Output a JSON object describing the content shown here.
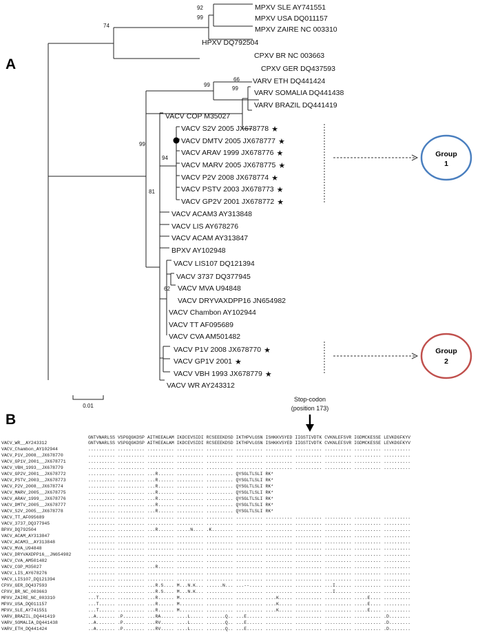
{
  "panel_a_label": "A",
  "panel_b_label": "B",
  "scale_bar_label": "0.01",
  "group1_label": [
    "Group",
    "1"
  ],
  "group2_label": [
    "Group",
    "2"
  ],
  "stop_codon_label": [
    "Stop-codon",
    "(position 173)"
  ],
  "tree": {
    "leaves": [
      {
        "label": "MPXV SLE AY741551",
        "star": false,
        "dot": false
      },
      {
        "label": "MPXV USA DQ011157",
        "star": false,
        "dot": false
      },
      {
        "label": "MPXV ZAIRE NC 003310",
        "star": false,
        "dot": false
      },
      {
        "label": "HPXV DQ792504",
        "star": false,
        "dot": false
      },
      {
        "label": "CPXV BR NC 003663",
        "star": false,
        "dot": false
      },
      {
        "label": "CPXV GER DQ437593",
        "star": false,
        "dot": false
      },
      {
        "label": "VARV ETH DQ441424",
        "star": false,
        "dot": false
      },
      {
        "label": "VARV SOMALIA DQ441438",
        "star": false,
        "dot": false
      },
      {
        "label": "VARV BRAZIL DQ441419",
        "star": false,
        "dot": false
      },
      {
        "label": "VACV COP M35027",
        "star": false,
        "dot": false
      },
      {
        "label": "VACV S2V 2005 JX678778",
        "star": true,
        "dot": false
      },
      {
        "label": "VACV DMTV 2005 JX678777",
        "star": true,
        "dot": true
      },
      {
        "label": "VACV ARAV 1999 JX678776",
        "star": true,
        "dot": false
      },
      {
        "label": "VACV MARV 2005 JX678775",
        "star": true,
        "dot": false
      },
      {
        "label": "VACV P2V 2008 JX678774",
        "star": true,
        "dot": false
      },
      {
        "label": "VACV PSTV 2003 JX678773",
        "star": true,
        "dot": false
      },
      {
        "label": "VACV GP2V 2001 JX678772",
        "star": true,
        "dot": false
      },
      {
        "label": "VACV ACAM3 AY313848",
        "star": false,
        "dot": false
      },
      {
        "label": "VACV LIS AY678276",
        "star": false,
        "dot": false
      },
      {
        "label": "VACV ACAM AY313847",
        "star": false,
        "dot": false
      },
      {
        "label": "BPXV AY102948",
        "star": false,
        "dot": false
      },
      {
        "label": "VACV LIS107 DQ121394",
        "star": false,
        "dot": false
      },
      {
        "label": "VACV 3737 DQ377945",
        "star": false,
        "dot": false
      },
      {
        "label": "VACV MVA U94848",
        "star": false,
        "dot": false
      },
      {
        "label": "VACV DRYVAXDPP16 JN654982",
        "star": false,
        "dot": false
      },
      {
        "label": "VACV Chambon AY102944",
        "star": false,
        "dot": false
      },
      {
        "label": "VACV TT AF095689",
        "star": false,
        "dot": false
      },
      {
        "label": "VACV CVA AM501482",
        "star": false,
        "dot": false
      },
      {
        "label": "VACV P1V 2008 JX678770",
        "star": true,
        "dot": false
      },
      {
        "label": "VACV GP1V 2001",
        "star": true,
        "dot": false
      },
      {
        "label": "VACV VBH 1993 JX678779",
        "star": true,
        "dot": false
      },
      {
        "label": "VACV WR AY243312",
        "star": false,
        "dot": false
      }
    ],
    "bootstrap": [
      "92",
      "99",
      "74",
      "99",
      "66",
      "99",
      "99",
      "94",
      "81",
      "62"
    ],
    "star_glyph": "★"
  },
  "alignment": {
    "reference": "GNTVNARLSS VSPGQGKDSP AITHEEALAM IKDCEVSIDI RCSEEEKDSD IKTHPVLGSN ISHKKVSYED IIGSTIVDTK CVKNLEFSVR IGDMCKESSE LEVKDGFKYV",
    "rows": [
      {
        "name": "VACV_WR__AY243312",
        "seq": "GNTVNARLSS VSPGQGKDSP AITHEEALAM IKDCEVSIDI RCSEEEKDSD IKTHPVLGSN ISHKKVSYED IIGSTIVDTK CVKNLEFSVR IGDMCKESSE LEVKDGFKYV"
      },
      {
        "name": "VACV_Chambon_AY102944",
        "seq": ".......... .......... .......... .......... .......... .......... .......... .......... .......... .......... .........."
      },
      {
        "name": "VACV_P1V_2008__JX678770",
        "seq": ".......... .......... .......... .......... .......... .......... .......... .......... .......... .......... .........."
      },
      {
        "name": "VACV_GP1V_2001__JX678771",
        "seq": ".......... .......... .......... .......... .......... .......... .......... .......... .......... .......... .........."
      },
      {
        "name": "VACV_VBH_1993__JX678779",
        "seq": ".......... .......... .......... .......... .......... .......... .......... .......... .......... .......... .........."
      },
      {
        "name": "VACV_GP2V_2001__JX678772",
        "seq": ".......... .......... ...R...... .......... .......... QYSGLTLSLI RK*"
      },
      {
        "name": "VACV_PSTV_2003__JX678773",
        "seq": ".......... .......... ...R...... .......... .......... QYSGLTLSLI RK*"
      },
      {
        "name": "VACV_P2V_2008__JX678774",
        "seq": ".......... .......... ...R...... .......... .......... QYSGLTLSLI RK*"
      },
      {
        "name": "VACV_MARV_2005__JX678775",
        "seq": ".......... .......... ...R...... .......... .......... QYSGLTLSLI RK*"
      },
      {
        "name": "VACV_ARAV_1999__JX678776",
        "seq": ".......... .......... ...R...... .......... .......... QYSGLTLSLI RK*"
      },
      {
        "name": "VACV_DMTV_2005__JX678777",
        "seq": ".......... .......... ...R...... .......... .......... QYSGLTLSLI RK*"
      },
      {
        "name": "VACV_S2V_2005__JX678778",
        "seq": ".......... .......... ...R...... .......... .......... QYSGLTLSLI RK*"
      },
      {
        "name": "VACV_TT_AF095689",
        "seq": ".......... .......... .......... .......... .......... .......... .......... .......... .......... .......... .........."
      },
      {
        "name": "VACV_3737_DQ377945",
        "seq": ".......... .......... .......... .......... .......... .......... .......... .......... .......... .......... .........."
      },
      {
        "name": "BPXV_DQ792504",
        "seq": ".......... .......... ...R...... .....N.... .K........ .......... .......... .......... .......... .......... .........."
      },
      {
        "name": "VACV_ACAM_AY313847",
        "seq": ".......... .......... .......... .......... .......... .......... .......... .......... .......... .......... .........."
      },
      {
        "name": "VACV_ACAM3__AY313848",
        "seq": ".......... .......... .......... .......... .......... .......... .......... .......... .......... .......... .........."
      },
      {
        "name": "VACV_MVA_U94848",
        "seq": ".......... .......... .......... .......... .......... .......... .......... .......... .......... .......... .........."
      },
      {
        "name": "VACV_DRYVAXDPP16__JN654982",
        "seq": ".......... .......... .......... .......... .......... .......... .......... .......... .......... .......... .........."
      },
      {
        "name": "VACV_CVA_AM501482",
        "seq": ".......... .......... .......... .......... .......... .......... .......... .......... .......... .......... .........."
      },
      {
        "name": "VACV_COP_M35027",
        "seq": ".......... .......... ...R...... .......... .......... .......... .......... .......... .......... .......... .........."
      },
      {
        "name": "VACV_LIS_AY678276",
        "seq": ".......... .......... .......... .......... .......... .......... .......... .......... .......... .......... .........."
      },
      {
        "name": "VACV_LIS107_DQ121394",
        "seq": ".......... .......... .......... .......... .......... .......... .......... .......... .......... .......... .........."
      },
      {
        "name": "CPXV_GER_DQ437593",
        "seq": ".......... .......... ...R.S.... M...N.K... ......N... ...--..... .......... .......... ...I...... .......... .........."
      },
      {
        "name": "CPXV_BR_NC_003663",
        "seq": ".......... .......... ...R.S.... M...N.K... .......... .......... .......... .......... ...I...... .......... .........."
      },
      {
        "name": "MPXV_ZAIRE_NC_003310",
        "seq": "...T...... .......... ...R...... M......... .......... .......... ....K..... .......... .......... .....E.... .........."
      },
      {
        "name": "MPXV_USA_DQ011157",
        "seq": "...T...... .......... ...R...... M......... .......... .......... ....K..... .......... .......... .....E.... .........."
      },
      {
        "name": "MPXV_SLE_AY741551",
        "seq": "...T...... .......... ...R...... M......... .......... .......... ....K..... .......... .......... .....E.... .........."
      },
      {
        "name": "VARV_BRAZIL_DQ441419",
        "seq": "..A....... .P........ ...RA..... ....L..... .......Q.. ...E...... .......... .......... .......... .......... .D........"
      },
      {
        "name": "VARV_SOMALIA_DQ441438",
        "seq": "..A....... .P........ ...RV..... ....L..... .......Q.. ...E...... .......... .......... .......... .......... .D........"
      },
      {
        "name": "VARV_ETH_DQ441424",
        "seq": "..A....... .P........ ...RV..... ....L..... .......Q.. ...E...... .......... .......... .......... .......... .D........"
      }
    ]
  }
}
